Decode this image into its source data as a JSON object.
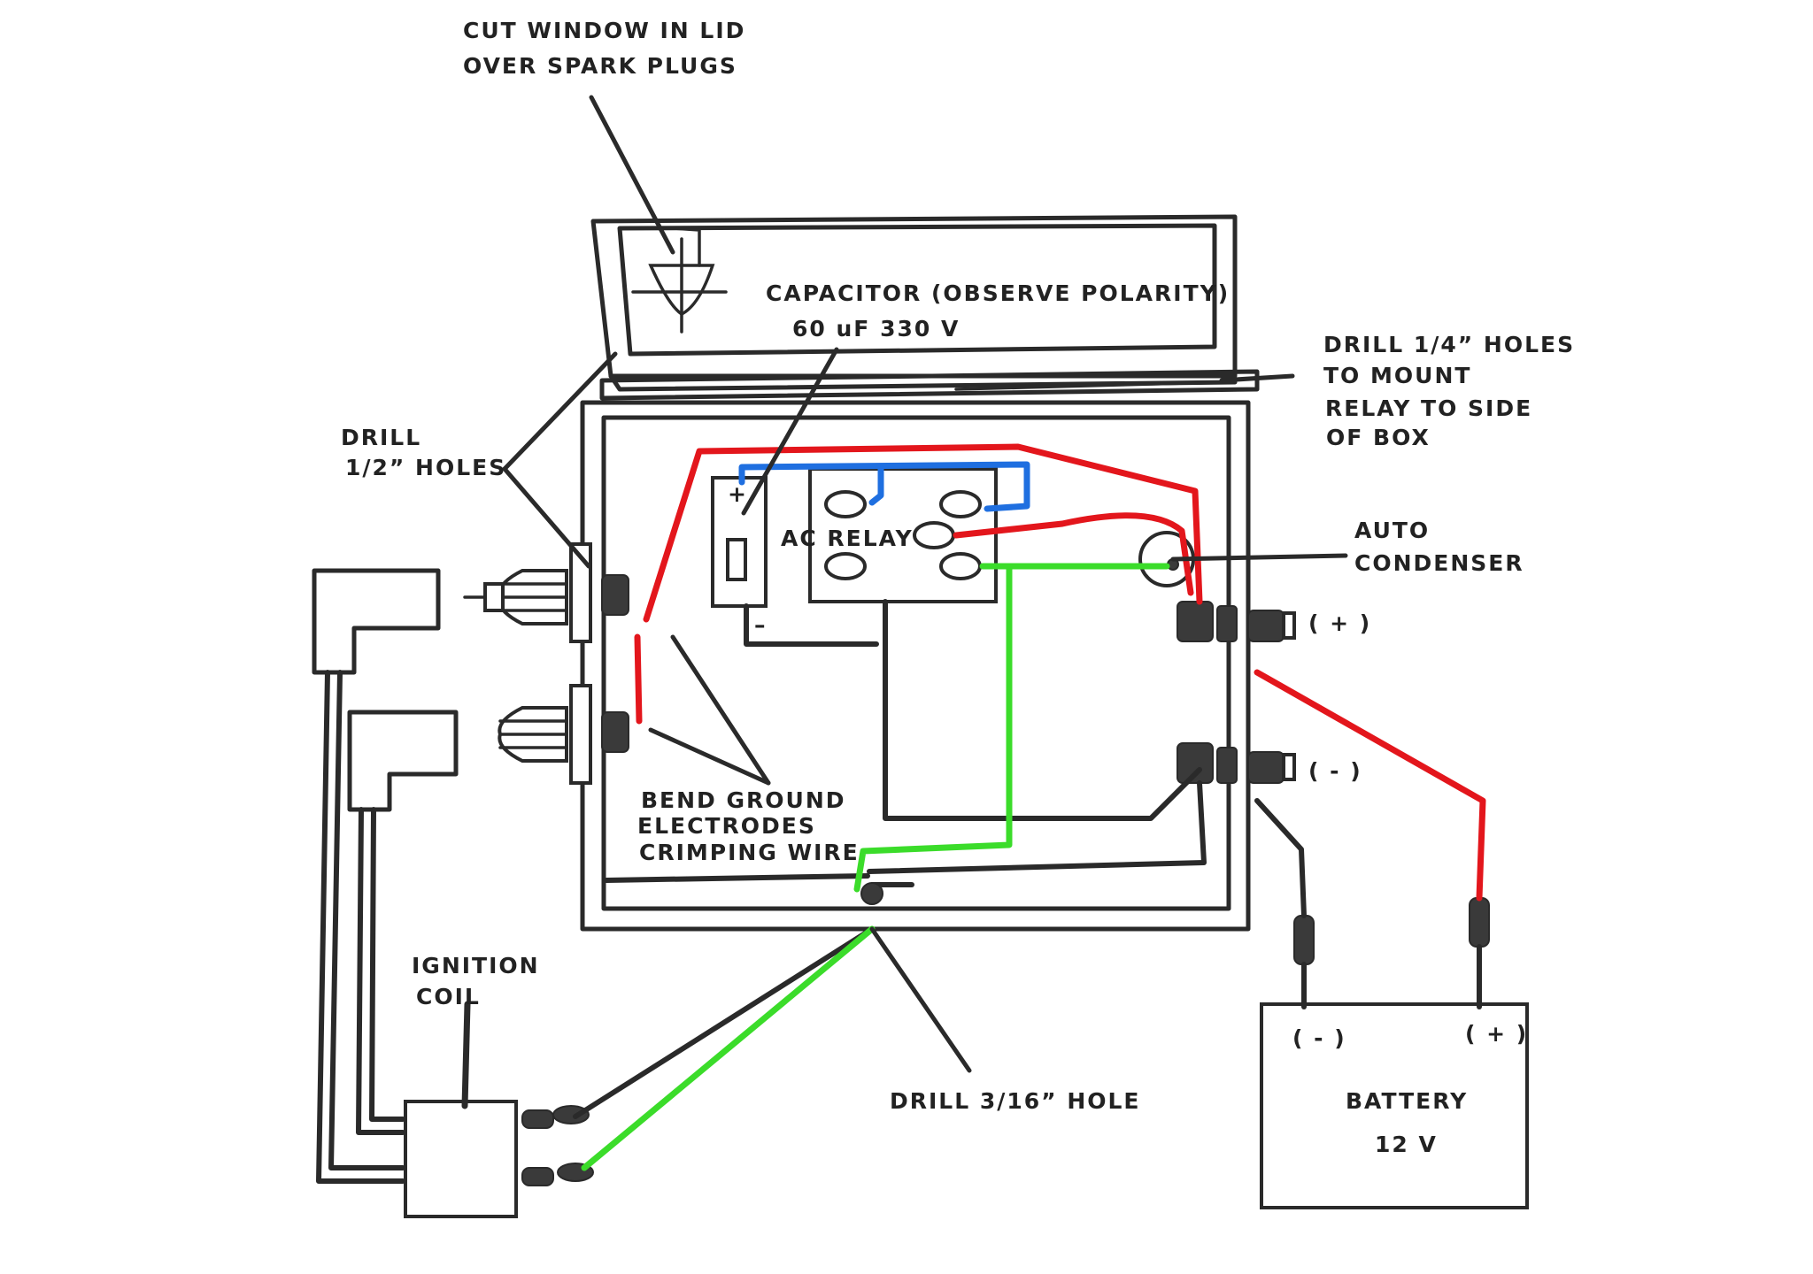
{
  "labels": {
    "cut_window_line1": "CUT WINDOW IN LID",
    "cut_window_line2": "OVER SPARK PLUGS",
    "capacitor_line1": "CAPACITOR (OBSERVE POLARITY)",
    "capacitor_line2": "60 uF 330 V",
    "drill_quarter_line1": "DRILL 1/4” HOLES",
    "drill_quarter_line2": "TO MOUNT",
    "drill_quarter_line3": "RELAY TO SIDE",
    "drill_quarter_line4": "OF BOX",
    "drill_half_line1": "DRILL",
    "drill_half_line2": "1/2” HOLES",
    "capacitor_plus": "+",
    "capacitor_minus": "–",
    "ac_relay": "AC RELAY",
    "auto_condenser_line1": "AUTO",
    "auto_condenser_line2": "CONDENSER",
    "terminal_plus": "( + )",
    "terminal_minus": "( - )",
    "bend_ground_line1": "BEND GROUND",
    "bend_ground_line2": "ELECTRODES",
    "bend_ground_line3": "CRIMPING WIRE",
    "ignition_coil_line1": "IGNITION",
    "ignition_coil_line2": "COIL",
    "drill_3_16": "DRILL 3/16” HOLE",
    "battery_minus": "( - )",
    "battery_plus": "( + )",
    "battery_line1": "BATTERY",
    "battery_line2": "12 V"
  },
  "colors": {
    "red_wire": "#e3161c",
    "blue_wire": "#1f6fe0",
    "green_wire": "#3bdc2a",
    "outline": "#2a2a2a"
  }
}
